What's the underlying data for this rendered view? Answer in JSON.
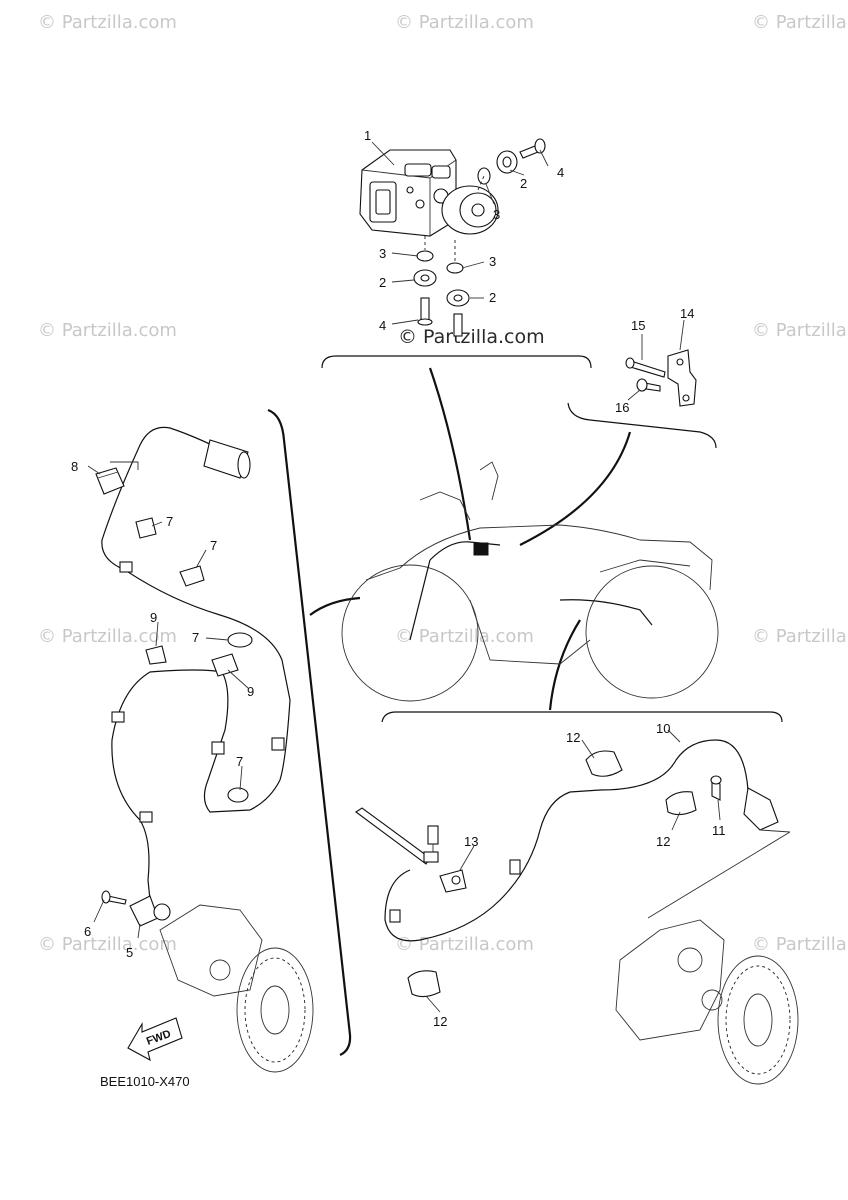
{
  "watermark": {
    "text": "© Partzilla.com"
  },
  "diagram_code": "BEE1010-X470",
  "fwd_label": "FWD",
  "callouts": {
    "c1": "1",
    "c2a": "2",
    "c2b": "2",
    "c2c": "2",
    "c3a": "3",
    "c3b": "3",
    "c3c": "3",
    "c4a": "4",
    "c4b": "4",
    "c5": "5",
    "c6": "6",
    "c7a": "7",
    "c7b": "7",
    "c7c": "7",
    "c7d": "7",
    "c8": "8",
    "c9a": "9",
    "c9b": "9",
    "c10": "10",
    "c11": "11",
    "c12a": "12",
    "c12b": "12",
    "c12c": "12",
    "c13": "13",
    "c14": "14",
    "c15": "15",
    "c16": "16"
  }
}
